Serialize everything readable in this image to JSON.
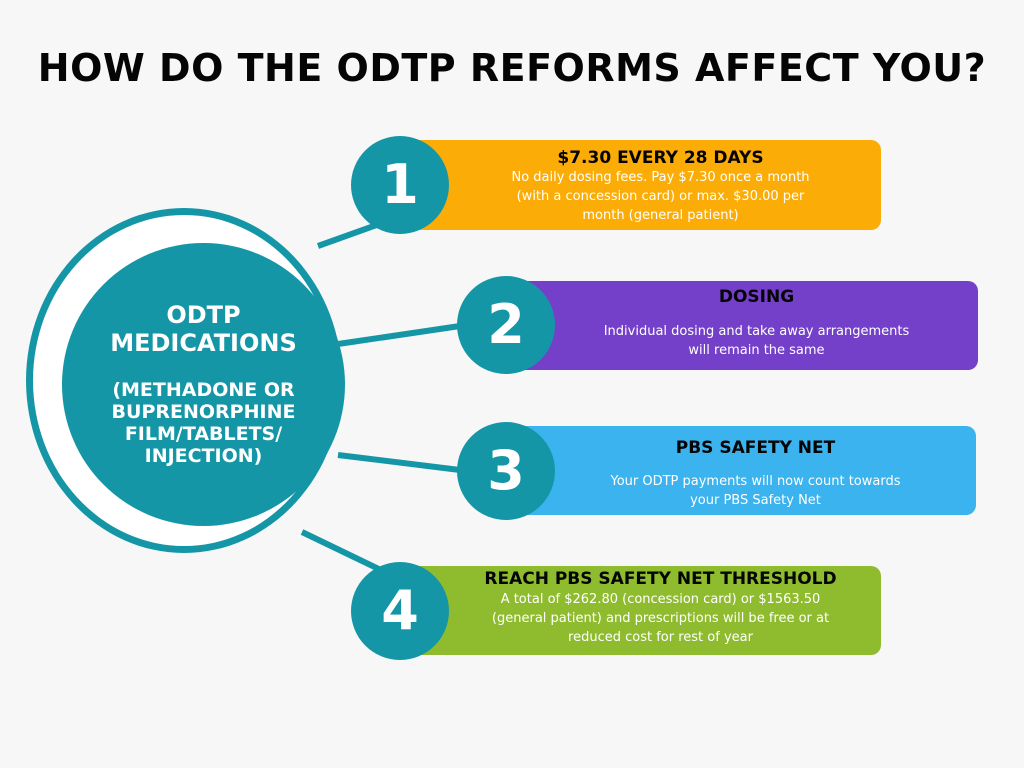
{
  "title": "HOW DO THE ODTP REFORMS AFFECT YOU?",
  "center": {
    "title_line1": "ODTP",
    "title_line2": "MEDICATIONS",
    "sub_line1": "(METHADONE OR",
    "sub_line2": "BUPRENORPHINE",
    "sub_line3": "FILM/TABLETS/",
    "sub_line4": "INJECTION)"
  },
  "items": [
    {
      "number": "1",
      "heading": "$7.30 EVERY 28 DAYS",
      "body_lines": [
        "No daily dosing fees. Pay $7.30 once a month",
        "(with a concession card) or max. $30.00 per",
        "month (general patient)"
      ],
      "color": "#fbac07"
    },
    {
      "number": "2",
      "heading": "DOSING",
      "body_lines": [
        "Individual dosing and take away arrangements",
        "will remain the same"
      ],
      "color": "#7440c9"
    },
    {
      "number": "3",
      "heading": "PBS SAFETY NET",
      "body_lines": [
        "Your ODTP payments will now count towards",
        "your PBS Safety Net"
      ],
      "color": "#3bb3ee"
    },
    {
      "number": "4",
      "heading": "REACH PBS SAFETY NET THRESHOLD",
      "body_lines": [
        "A total of $262.80 (concession card) or $1563.50",
        "(general patient) and prescriptions will be free or at",
        "reduced cost for rest of year"
      ],
      "color": "#8fbc2f"
    }
  ],
  "colors": {
    "teal": "#1596a6",
    "background": "#f7f7f7"
  }
}
